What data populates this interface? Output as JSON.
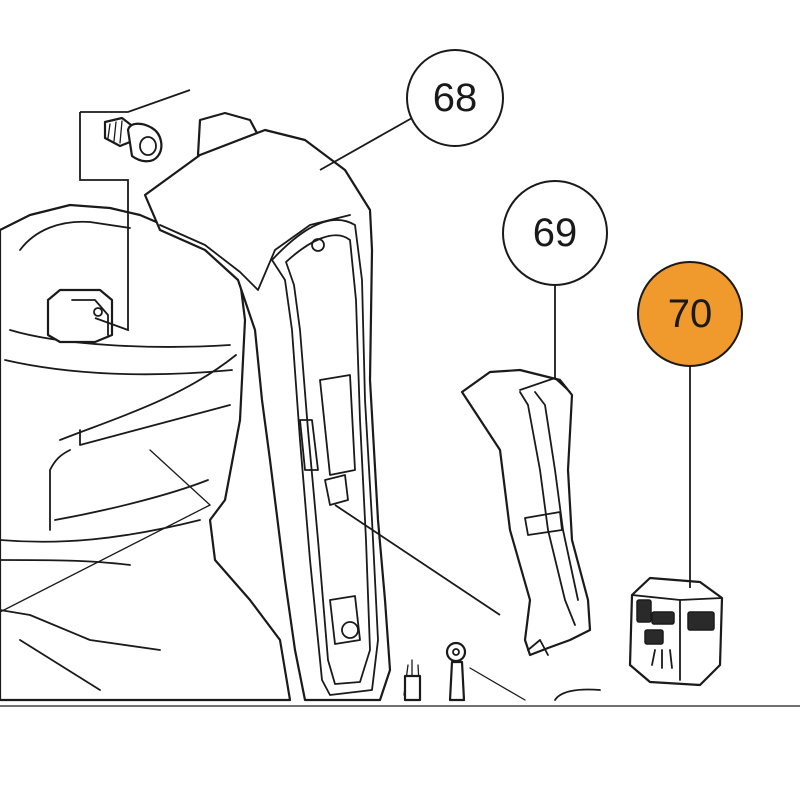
{
  "callouts": [
    {
      "number": "68",
      "highlighted": false
    },
    {
      "number": "69",
      "highlighted": false
    },
    {
      "number": "70",
      "highlighted": true
    }
  ],
  "colors": {
    "highlight": "#f0992d",
    "default_fill": "#ffffff",
    "line": "#1a1a1a"
  },
  "parts": [
    {
      "name": "screw"
    },
    {
      "name": "handle-housing"
    },
    {
      "name": "motor-housing"
    },
    {
      "name": "trigger"
    },
    {
      "name": "switch"
    },
    {
      "name": "cable-terminal"
    }
  ]
}
